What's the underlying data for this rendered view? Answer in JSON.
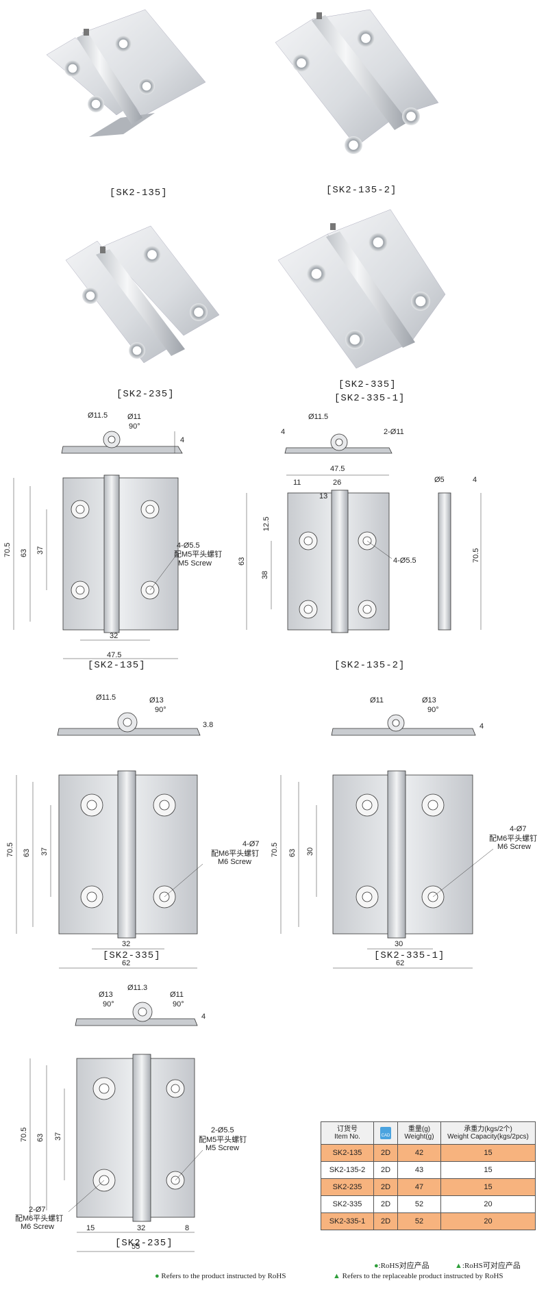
{
  "captions": {
    "photo_sk2_135": "[SK2-135]",
    "photo_sk2_135_2": "[SK2-135-2]",
    "photo_sk2_235": "[SK2-235]",
    "photo_sk2_335": "[SK2-335]",
    "photo_sk2_335_1": "[SK2-335-1]",
    "draw_sk2_135": "[SK2-135]",
    "draw_sk2_135_2": "[SK2-135-2]",
    "draw_sk2_335": "[SK2-335]",
    "draw_sk2_335_1": "[SK2-335-1]",
    "draw_sk2_235": "[SK2-235]"
  },
  "dims": {
    "d1": {
      "d11_5": "Ø11.5",
      "d11": "Ø11",
      "a90": "90°",
      "t4": "4",
      "h70_5": "70.5",
      "h63": "63",
      "h37": "37",
      "w32": "32",
      "w47_5": "47.5",
      "hole": "4-Ø5.5",
      "screw_cn": "配M5平头螺钉",
      "screw_en": "M5 Screw"
    },
    "d2": {
      "d11_5": "Ø11.5",
      "t4": "4",
      "d2_11": "2-Ø11",
      "w47_5": "47.5",
      "w11": "11",
      "w26": "26",
      "w13": "13",
      "h12_5": "12.5",
      "h63": "63",
      "h38": "38",
      "hole": "4-Ø5.5",
      "d5": "Ø5",
      "t4b": "4",
      "h70_5": "70.5"
    },
    "d3": {
      "d11_5": "Ø11.5",
      "d13": "Ø13",
      "a90": "90°",
      "t3_8": "3.8",
      "h70_5": "70.5",
      "h63": "63",
      "h37": "37",
      "w32": "32",
      "w62": "62",
      "hole": "4-Ø7",
      "screw_cn": "配M6平头螺钉",
      "screw_en": "M6 Screw"
    },
    "d4": {
      "d11": "Ø11",
      "d13": "Ø13",
      "a90": "90°",
      "t4": "4",
      "h70_5": "70.5",
      "h63": "63",
      "h30": "30",
      "w30": "30",
      "w62": "62",
      "hole": "4-Ø7",
      "screw_cn": "配M6平头螺钉",
      "screw_en": "M6 Screw"
    },
    "d5": {
      "d11_3": "Ø11.3",
      "d13": "Ø13",
      "a90a": "90°",
      "d11": "Ø11",
      "a90b": "90°",
      "t4": "4",
      "h70_5": "70.5",
      "h63": "63",
      "h37": "37",
      "hole_r": "2-Ø5.5",
      "screw_r_cn": "配M5平头螺钉",
      "screw_r_en": "M5 Screw",
      "hole_l": "2-Ø7",
      "screw_l_cn": "配M6平头螺钉",
      "screw_l_en": "M6 Screw",
      "w15": "15",
      "w32": "32",
      "w8": "8",
      "w55": "55"
    }
  },
  "table": {
    "headers": {
      "item_cn": "订货号",
      "item_en": "Item No.",
      "cad": "CAD",
      "weight_cn": "重量(g)",
      "weight_en": "Weight(g)",
      "cap_cn": "承重力(kgs/2个)",
      "cap_en": "Weight Capacity(kgs/2pcs)"
    },
    "rows": [
      {
        "item": "SK2-135",
        "cad": "2D",
        "weight": "42",
        "capacity": "15"
      },
      {
        "item": "SK2-135-2",
        "cad": "2D",
        "weight": "43",
        "capacity": "15"
      },
      {
        "item": "SK2-235",
        "cad": "2D",
        "weight": "47",
        "capacity": "15"
      },
      {
        "item": "SK2-335",
        "cad": "2D",
        "weight": "52",
        "capacity": "20"
      },
      {
        "item": "SK2-335-1",
        "cad": "2D",
        "weight": "52",
        "capacity": "20"
      }
    ]
  },
  "legend": {
    "rohs_cn": ":RoHS对应产品",
    "rohs_alt_cn": ":RoHS可对应产品",
    "rohs_en": "Refers to the product instructed by RoHS",
    "rohs_alt_en": "Refers to the replaceable product instructed by RoHS",
    "green": "#2e9e3a"
  }
}
